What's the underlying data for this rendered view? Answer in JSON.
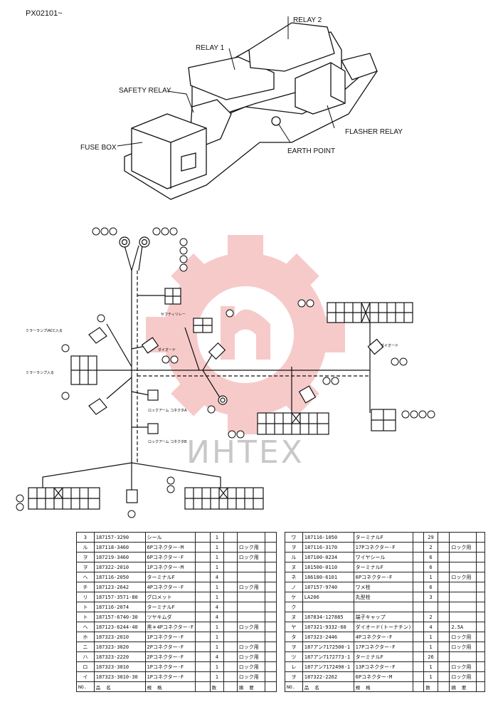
{
  "page": {
    "serial": "PX02101~"
  },
  "top_diagram": {
    "labels": {
      "relay2": "RELAY 2",
      "relay1": "RELAY 1",
      "safety_relay": "SAFETY RELAY",
      "fuse_box": "FUSE BOX",
      "flasher_relay": "FLASHER RELAY",
      "earth_point": "EARTH POINT"
    }
  },
  "watermark": {
    "text": "ИНТЕХ",
    "color": "#e23b3b"
  },
  "colors": {
    "line": "#111111",
    "watermark_red": "#f2a0a0",
    "watermark_grey": "#b8b8b8"
  },
  "harness_callouts": {
    "left_upper": "ミラーランプ/ACC入る",
    "left_lower": "ミラーランプ入る",
    "diode": "ダイオード",
    "safety_relay": "セフティリレー",
    "connector_a": "ロックアーム コネクタA",
    "connector_b": "ロックアーム コネクタB",
    "diode_right": "ダイオード"
  },
  "parts_left": {
    "header": [
      "NO.",
      "品",
      "名",
      "規",
      "格",
      "数",
      "",
      "摘",
      "要"
    ],
    "rows": [
      {
        "no": "3",
        "part": "187157-3290",
        "name": "シール",
        "qty": "1",
        "note": ""
      },
      {
        "no": "ル",
        "part": "187118-3460",
        "name": "6Pコネクター-M",
        "qty": "1",
        "note": "ロック用"
      },
      {
        "no": "ヲ",
        "part": "187219-3460",
        "name": "6Pコネクター-F",
        "qty": "1",
        "note": "ロック用"
      },
      {
        "no": "ヲ",
        "part": "187322-2010",
        "name": "1Pコネクター-M",
        "qty": "1",
        "note": ""
      },
      {
        "no": "ヘ",
        "part": "187116-2050",
        "name": "ターミナルF",
        "qty": "4",
        "note": ""
      },
      {
        "no": "チ",
        "part": "187123-2642",
        "name": "4Pコネクター-F",
        "qty": "1",
        "note": "ロック用"
      },
      {
        "no": "リ",
        "part": "187157-3571-80",
        "name": "グロメット",
        "qty": "1",
        "note": ""
      },
      {
        "no": "ト",
        "part": "187116-2074",
        "name": "ターミナルF",
        "qty": "4",
        "note": ""
      },
      {
        "no": "ト",
        "part": "187157-6740-30",
        "name": "ツヤキムダ",
        "qty": "4",
        "note": ""
      },
      {
        "no": "ヘ",
        "part": "187123-6244-40",
        "name": "黒＊4Pコネクター-F",
        "qty": "1",
        "note": "ロック用"
      },
      {
        "no": "ホ",
        "part": "187323-2010",
        "name": "1Pコネクター-F",
        "qty": "1",
        "note": ""
      },
      {
        "no": "ニ",
        "part": "187323-3020",
        "name": "2Pコネクター-F",
        "qty": "1",
        "note": "ロック用"
      },
      {
        "no": "ハ",
        "part": "187323-2220",
        "name": "2Pコネクター-F",
        "qty": "4",
        "note": "ロック用"
      },
      {
        "no": "ロ",
        "part": "187323-3010",
        "name": "1Pコネクター-F",
        "qty": "1",
        "note": "ロック用"
      },
      {
        "no": "イ",
        "part": "187323-3010-30",
        "name": "1Pコネクター-F",
        "qty": "1",
        "note": "ロック用"
      }
    ]
  },
  "parts_right": {
    "header": [
      "NO.",
      "品",
      "名",
      "規",
      "格",
      "数",
      "",
      "摘",
      "要"
    ],
    "rows": [
      {
        "no": "ワ",
        "part": "187116-1050",
        "name": "ターミナルF",
        "qty": "29",
        "note": ""
      },
      {
        "no": "ヲ",
        "part": "187116-3170",
        "name": "17Pコネクター-F",
        "qty": "2",
        "note": "ロック用"
      },
      {
        "no": "ル",
        "part": "187100-0234",
        "name": "ワイヤシール",
        "qty": "6",
        "note": ""
      },
      {
        "no": "ヌ",
        "part": "181500-0110",
        "name": "ターミナルF",
        "qty": "6",
        "note": ""
      },
      {
        "no": "ネ",
        "part": "186180-6101",
        "name": "6Pコネクター-F",
        "qty": "1",
        "note": "ロック用"
      },
      {
        "no": "ノ",
        "part": "187157-9740",
        "name": "ワメ栓",
        "qty": "6",
        "note": ""
      },
      {
        "no": "ケ",
        "part": "LA206",
        "name": "丸型栓",
        "qty": "3",
        "note": ""
      },
      {
        "no": "ク",
        "part": "",
        "name": "",
        "qty": "",
        "note": ""
      },
      {
        "no": "ヌ",
        "part": "187834-127885",
        "name": "端子キャップ",
        "qty": "2",
        "note": ""
      },
      {
        "no": "ヤ",
        "part": "187321-9332-60",
        "name": "ダイオード(トーナチン)",
        "qty": "4",
        "note": "2.5A"
      },
      {
        "no": "タ",
        "part": "187323-2446",
        "name": "4Pコネクター-F",
        "qty": "1",
        "note": "ロック用"
      },
      {
        "no": "ヲ",
        "part": "187アン7172500-1",
        "name": "17Pコネクター-F",
        "qty": "1",
        "note": "ロック用"
      },
      {
        "no": "ツ",
        "part": "187アン7172773-1",
        "name": "ターミナルF",
        "qty": "26",
        "note": ""
      },
      {
        "no": "レ",
        "part": "187アン7172490-1",
        "name": "13Pコネクター-F",
        "qty": "1",
        "note": "ロック用"
      },
      {
        "no": "ヲ",
        "part": "187322-2262",
        "name": "6Pコネクター-M",
        "qty": "1",
        "note": "ロック用"
      }
    ]
  }
}
